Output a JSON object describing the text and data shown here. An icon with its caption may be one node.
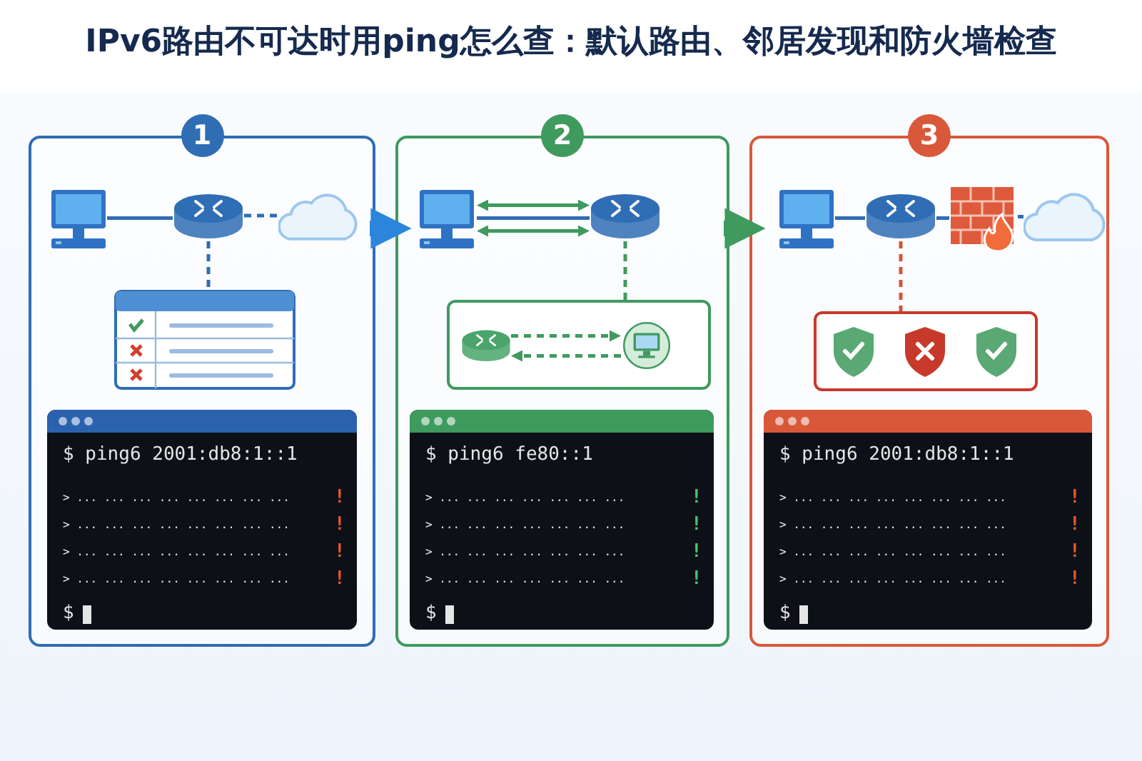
{
  "diagram": {
    "title": "IPv6路由不可达时用ping怎么查：默认路由、邻居发现和防火墙检查",
    "nodes": [
      {
        "text": [
          "1"
        ]
      },
      {
        "text": [],
        "shape": "computer",
        "in": 0
      },
      {
        "text": [],
        "shape": "router",
        "in": 0
      },
      {
        "text": [],
        "shape": "cloud",
        "in": 0
      },
      {
        "text": [],
        "shape": "table",
        "in": 0
      },
      {
        "text": [
          "$ ping6 2001:db8:1::1",
          "> ... ... ... ... ... ... ... ...",
          "!",
          "> ... ... ... ... ... ... ... ...",
          "!",
          "> ... ... ... ... ... ... ... ...",
          "!",
          "> ... ... ... ... ... ... ... ...",
          "!",
          "$"
        ],
        "in": 0
      },
      {
        "text": [
          "2"
        ]
      },
      {
        "text": [],
        "shape": "computer",
        "in": 6
      },
      {
        "text": [],
        "shape": "router",
        "in": 6
      },
      {
        "text": [],
        "shape": "box",
        "in": 6
      },
      {
        "text": [],
        "shape": "router",
        "in": 9
      },
      {
        "text": [],
        "shape": "computer",
        "in": 9
      },
      {
        "text": [
          "$ ping6 fe80::1",
          "> ... ... ... ... ... ... ...",
          "!",
          "> ... ... ... ... ... ... ...",
          "!",
          "> ... ... ... ... ... ... ...",
          "!",
          "> ... ... ... ... ... ... ...",
          "!",
          "$"
        ],
        "in": 6
      },
      {
        "text": [
          "3"
        ]
      },
      {
        "text": [],
        "shape": "computer",
        "in": 13
      },
      {
        "text": [],
        "shape": "router",
        "in": 13
      },
      {
        "text": [],
        "shape": "firewall",
        "in": 13
      },
      {
        "text": [],
        "shape": "cloud",
        "in": 13
      },
      {
        "text": [],
        "shape": "box",
        "in": 13
      },
      {
        "text": [],
        "shape": "shield",
        "in": 18
      },
      {
        "text": [],
        "shape": "shield",
        "in": 18
      },
      {
        "text": [],
        "shape": "shield",
        "in": 18
      },
      {
        "text": [
          "$ ping6 2001:db8:1::1",
          "> ... ... ... ... ... ... ... ...",
          "!",
          "> ... ... ... ... ... ... ... ...",
          "!",
          "> ... ... ... ... ... ... ... ...",
          "!",
          "> ... ... ... ... ... ... ... ...",
          "!",
          "$"
        ],
        "in": 13
      }
    ],
    "edges": [
      {
        "from": 1,
        "to": 2,
        "arrow": "none"
      },
      {
        "from": 2,
        "to": 3,
        "arrow": "none",
        "style": "dashed"
      },
      {
        "from": 2,
        "to": 4,
        "arrow": "none",
        "style": "dashed"
      },
      {
        "from": 0,
        "to": 6,
        "arrow": "to",
        "style": "thick",
        "color": "#2b86db"
      },
      {
        "from": 7,
        "to": 8,
        "arrow": "none"
      },
      {
        "from": 7,
        "to": 8,
        "arrow": "both",
        "color": "#3f9a5e"
      },
      {
        "from": 7,
        "to": 8,
        "arrow": "both",
        "color": "#3f9a5e"
      },
      {
        "from": 8,
        "to": 9,
        "arrow": "none",
        "style": "dashed",
        "color": "#3f9a5e"
      },
      {
        "from": 10,
        "to": 11,
        "arrow": "to",
        "style": "dashed",
        "color": "#3f9a5e"
      },
      {
        "from": 11,
        "to": 10,
        "arrow": "to",
        "style": "dashed",
        "color": "#3f9a5e"
      },
      {
        "from": 6,
        "to": 13,
        "arrow": "to",
        "style": "thick",
        "color": "#3f9a5e"
      },
      {
        "from": 14,
        "to": 15,
        "arrow": "none"
      },
      {
        "from": 15,
        "to": 16,
        "arrow": "none"
      },
      {
        "from": 16,
        "to": 17,
        "arrow": "none"
      },
      {
        "from": 15,
        "to": 18,
        "arrow": "none",
        "style": "dashed",
        "color": "#d2553a"
      }
    ]
  }
}
